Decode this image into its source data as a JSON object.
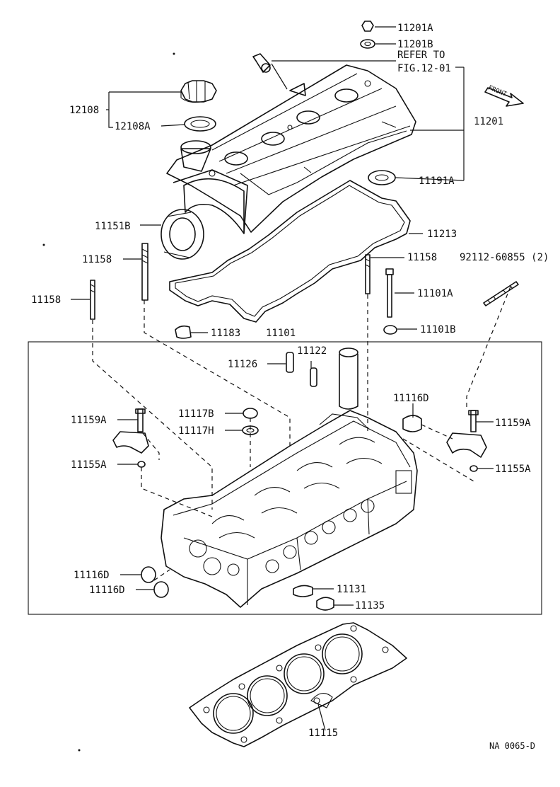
{
  "labels": {
    "p11201a": "11201A",
    "p11201b": "11201B",
    "refer1": "REFER TO",
    "refer2": "FIG.12-01",
    "p12108": "12108",
    "p12108a": "12108A",
    "front": "FRONT",
    "p11201": "11201",
    "p11191a": "11191A",
    "p11151b": "11151B",
    "p11213": "11213",
    "p11158a": "11158",
    "p11158b": "11158",
    "p11158c": "11158",
    "p92112": "92112-60855 (2)",
    "p11101a": "11101A",
    "p11101b": "11101B",
    "p11183": "11183",
    "p11101": "11101",
    "p11126": "11126",
    "p11122": "11122",
    "p11116d_top": "11116D",
    "p11159a_l": "11159A",
    "p11117b": "11117B",
    "p11117h": "11117H",
    "p11159a_r": "11159A",
    "p11155a_l": "11155A",
    "p11155a_r": "11155A",
    "p11116d_l1": "11116D",
    "p11116d_l2": "11116D",
    "p11131": "11131",
    "p11135": "11135",
    "p11115": "11115",
    "code": "NA 0065-D"
  }
}
